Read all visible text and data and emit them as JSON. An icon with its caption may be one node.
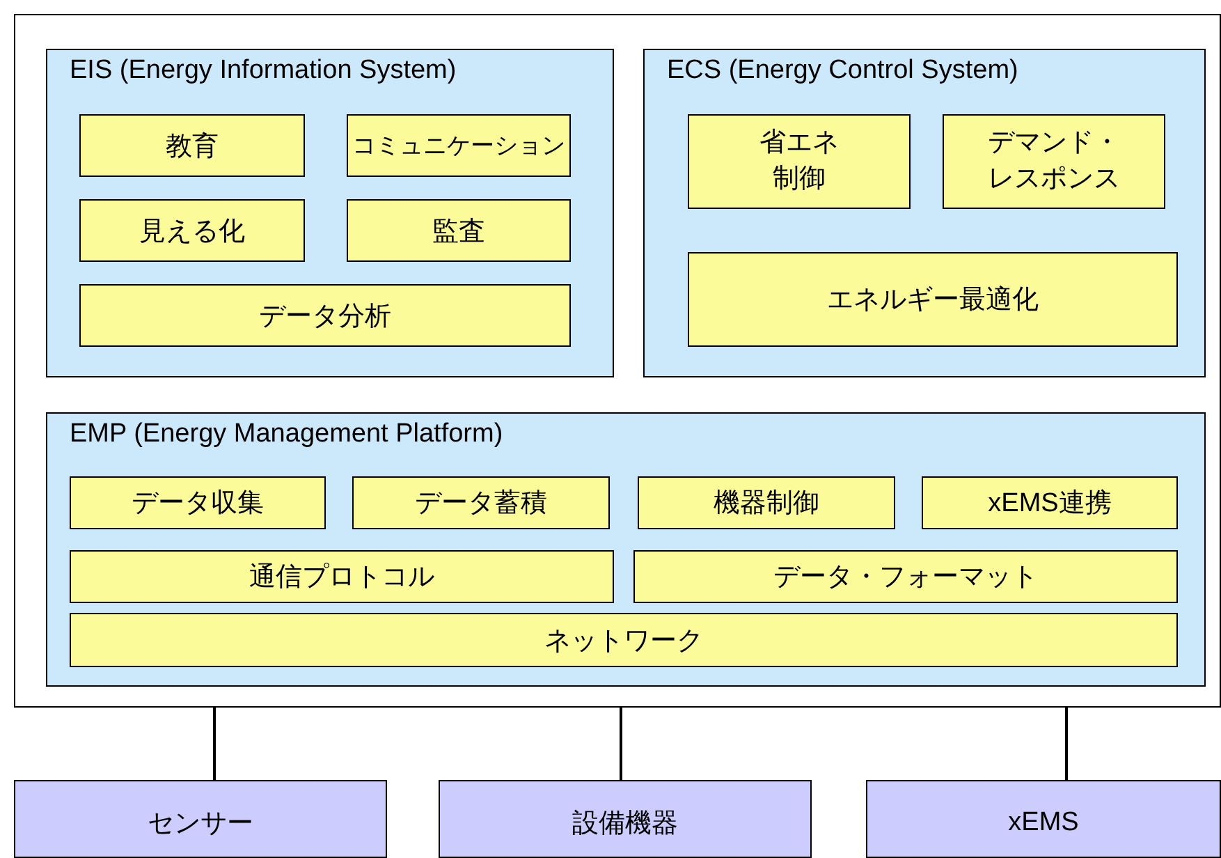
{
  "diagram": {
    "nodes": [
      {
        "text": [],
        "shape": "box"
      },
      {
        "text": [
          "EIS (Energy Information System)"
        ],
        "in": 0
      },
      {
        "text": [
          "教育"
        ],
        "in": 1
      },
      {
        "text": [
          "コミュニケーション"
        ],
        "in": 1
      },
      {
        "text": [
          "見える化"
        ],
        "in": 1
      },
      {
        "text": [
          "監査"
        ],
        "in": 1
      },
      {
        "text": [
          "データ分析"
        ],
        "in": 1
      },
      {
        "text": [
          "ECS (Energy Control System)"
        ],
        "in": 0
      },
      {
        "text": [
          "省エネ制御"
        ],
        "in": 7
      },
      {
        "text": [
          "デマンド・レスポンス"
        ],
        "in": 7
      },
      {
        "text": [
          "エネルギー最適化"
        ],
        "in": 7
      },
      {
        "text": [
          "EMP (Energy Management Platform)"
        ],
        "in": 0
      },
      {
        "text": [
          "データ収集"
        ],
        "in": 11
      },
      {
        "text": [
          "データ蓄積"
        ],
        "in": 11
      },
      {
        "text": [
          "機器制御"
        ],
        "in": 11
      },
      {
        "text": [
          "xEMS連携"
        ],
        "in": 11
      },
      {
        "text": [
          "通信プロトコル"
        ],
        "in": 11
      },
      {
        "text": [
          "データ・フォーマット"
        ],
        "in": 11
      },
      {
        "text": [
          "ネットワーク"
        ],
        "in": 11
      },
      {
        "text": [
          "センサー"
        ]
      },
      {
        "text": [
          "設備機器"
        ]
      },
      {
        "text": [
          "xEMS"
        ]
      }
    ],
    "edges": [
      {
        "from": 0,
        "to": 19,
        "arrow": "none"
      },
      {
        "from": 0,
        "to": 20,
        "arrow": "none"
      },
      {
        "from": 0,
        "to": 21,
        "arrow": "none"
      }
    ]
  }
}
